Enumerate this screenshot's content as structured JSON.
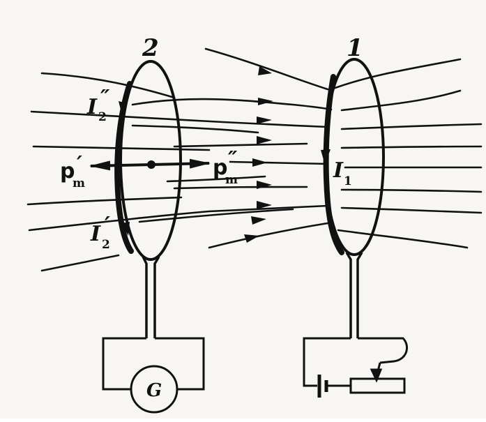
{
  "labels": {
    "loop_left_number": "2",
    "loop_right_number": "1",
    "current_upper": {
      "main": "I",
      "sub": "2",
      "prime": "″"
    },
    "current_lower": {
      "main": "I",
      "sub": "2",
      "prime": "′"
    },
    "current_right": {
      "main": "I",
      "sub": "1"
    },
    "moment_left": {
      "main": "p",
      "sub": "m",
      "prime": "′"
    },
    "moment_right": {
      "main": "p",
      "sub": "m",
      "prime": "″"
    },
    "galvanometer": "G"
  },
  "colors": {
    "ink": "#111111",
    "paper": "#f7f6f2"
  }
}
